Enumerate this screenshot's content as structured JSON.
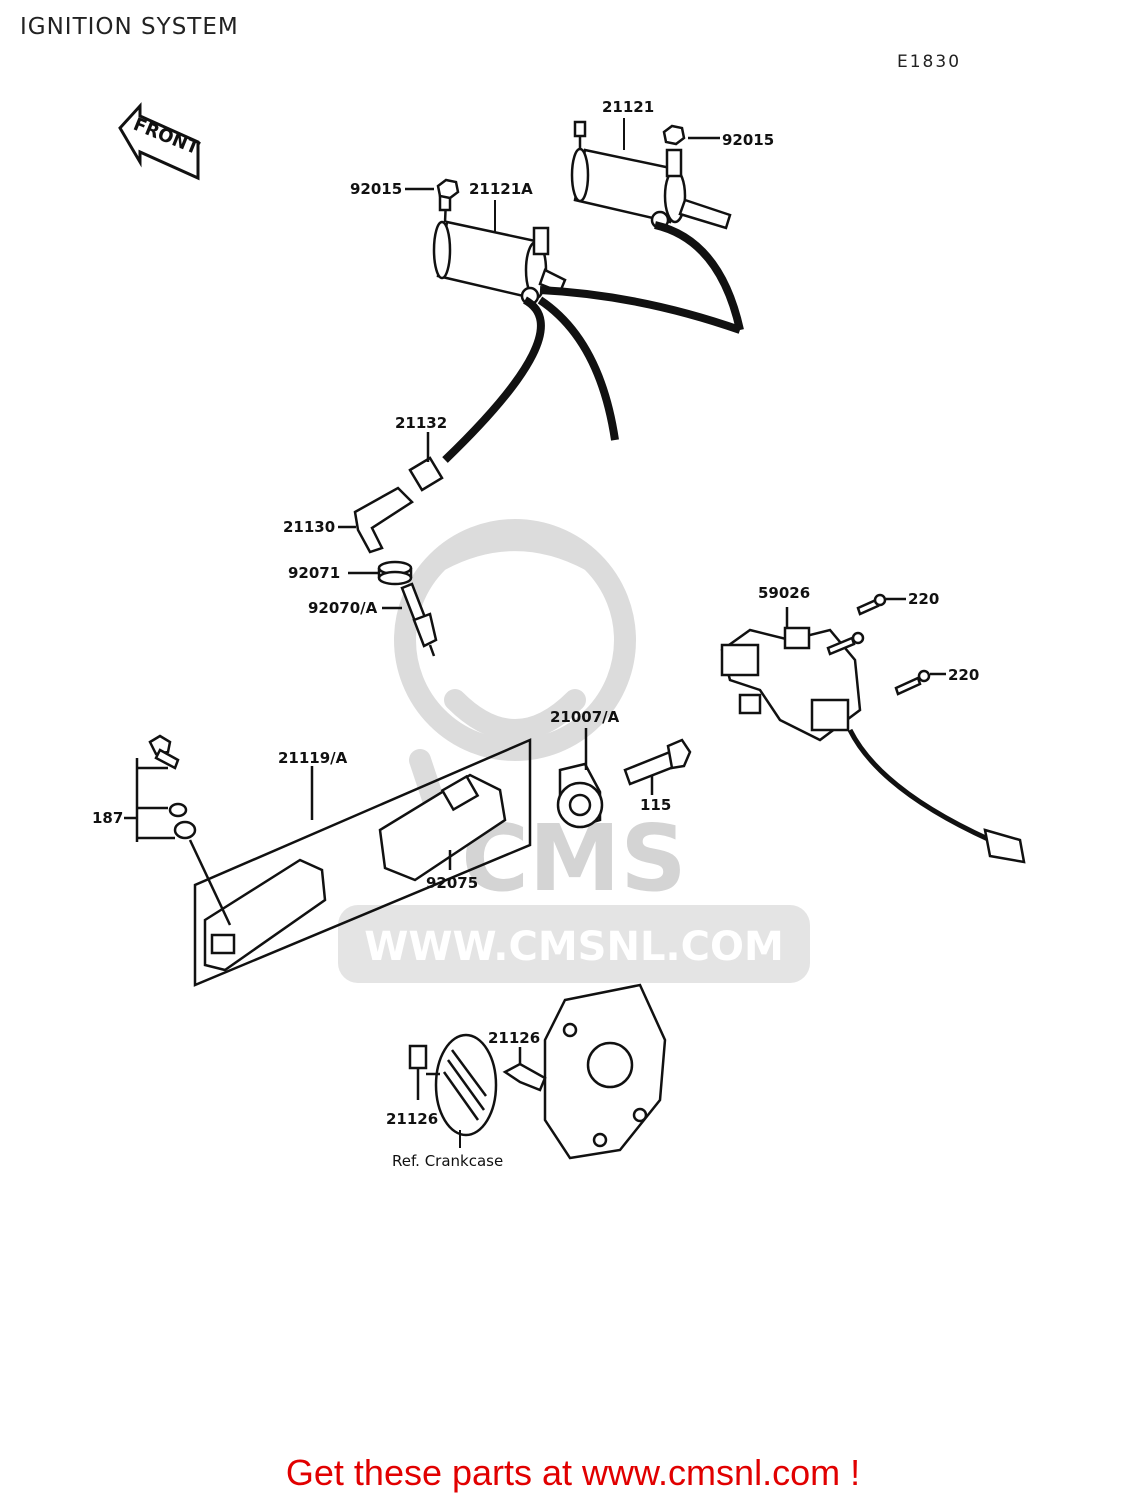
{
  "header": {
    "title": "IGNITION SYSTEM",
    "diagram_code": "E1830"
  },
  "front_marker": "FRONT",
  "watermark": {
    "logo_text": "CMS",
    "url_text": "WWW.CMSNL.COM"
  },
  "part_labels": {
    "p21121": "21121",
    "p92015_top": "92015",
    "p92015_left": "92015",
    "p21121A": "21121A",
    "p21132": "21132",
    "p21130": "21130",
    "p92071": "92071",
    "p92070A": "92070/A",
    "p59026": "59026",
    "p220_top": "220",
    "p220_mid": "220",
    "p21007A": "21007/A",
    "p115": "115",
    "p21119A": "21119/A",
    "p187": "187",
    "p92075": "92075",
    "p21126_right": "21126",
    "p21126_left": "21126",
    "ref_crankcase": "Ref. Crankcase"
  },
  "footer": {
    "text": "Get these parts at www.cmsnl.com !",
    "color": "#e10000"
  }
}
